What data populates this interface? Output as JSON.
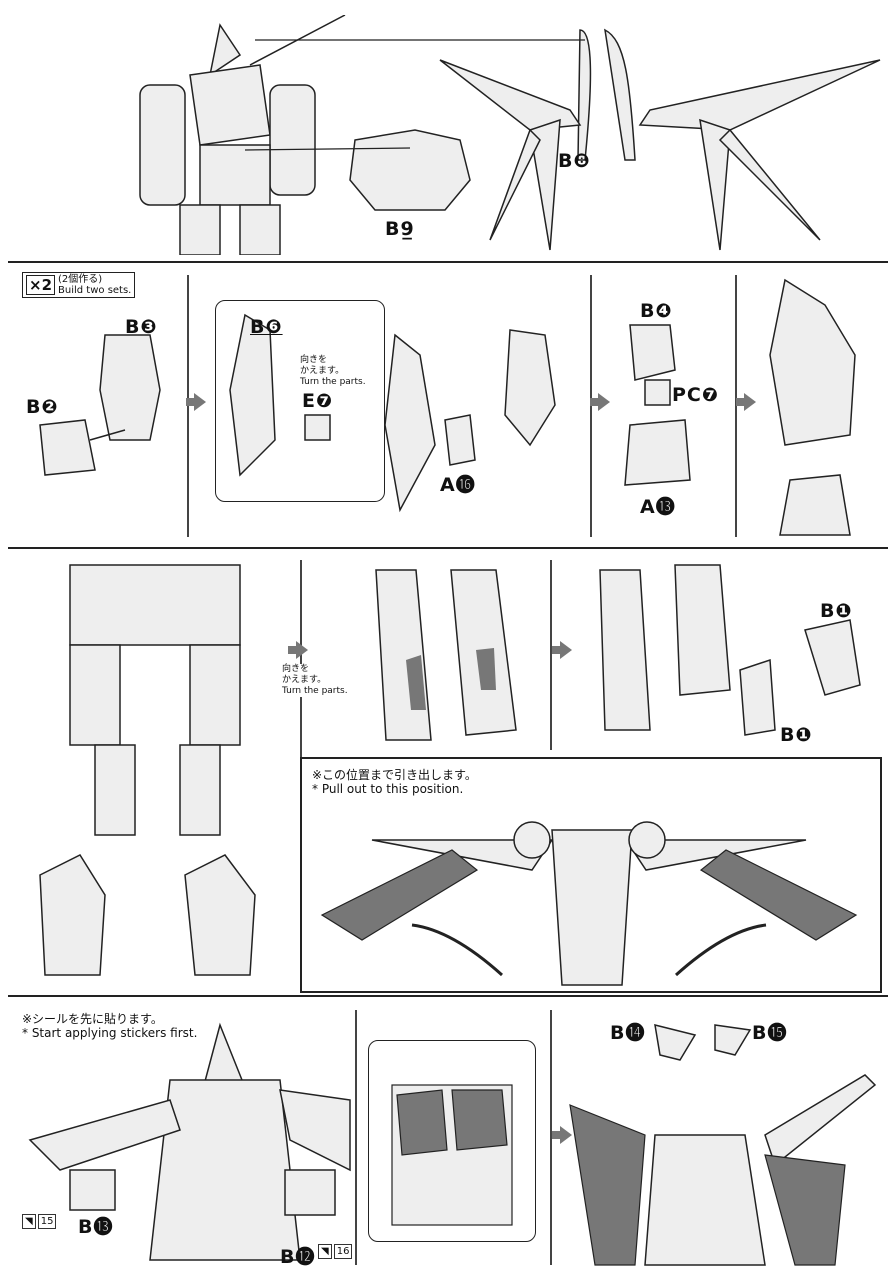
{
  "step1": {
    "labels": [
      "B❽",
      "B9̲"
    ],
    "label_b9_num": "❾"
  },
  "step2": {
    "badge": {
      "count": "×2",
      "jp": "(2個作る)",
      "en": "Build two sets."
    },
    "labels": {
      "b3": "B❸",
      "b2": "B❷",
      "b6": "B❻",
      "e7": "E❼",
      "a16": "A⓰",
      "b4": "B❹",
      "pc7": "PC❼",
      "a13": "A⓭"
    },
    "turn_note": {
      "jp": "向きを\nかえます。",
      "en": "Turn the parts."
    }
  },
  "step3": {
    "turn_note": {
      "jp": "向きを\nかえます。",
      "en": "Turn the parts."
    },
    "labels": {
      "b1_top": "B❶",
      "b1_bottom": "B❶"
    },
    "pull_note": {
      "jp": "※この位置まで引き出します。",
      "en": "* Pull out to this position."
    }
  },
  "step4": {
    "sticker_note": {
      "jp": "※シールを先に貼ります。",
      "en": "* Start applying stickers first."
    },
    "labels": {
      "b13": "B⓭",
      "b12": "B⓬",
      "b14": "B⓮",
      "b15": "B⓯"
    },
    "stickers": [
      "15",
      "16"
    ]
  },
  "colors": {
    "line": "#222222",
    "part_fill": "#eeeeee",
    "highlight_fill": "#777777"
  }
}
